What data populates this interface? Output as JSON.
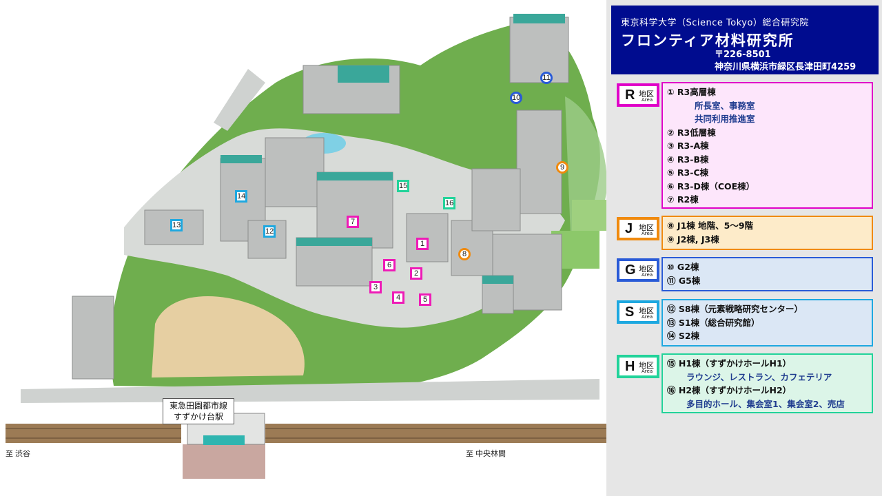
{
  "header": {
    "line1": "東京科学大学（Science Tokyo）総合研究院",
    "line2": "フロンティア材料研究所",
    "postal": "〒226-8501",
    "address": "神奈川県横浜市緑区長津田町4259"
  },
  "areas": [
    {
      "letter": "R",
      "kanji": "地区",
      "en": "Area",
      "color": "#ee1bb6",
      "bg": "#fde6fb",
      "entries": [
        "① R3高層棟",
        "所長室、事務室",
        "共同利用推進室",
        "② R3低層棟",
        "③ R3-A棟",
        "④ R3-B棟",
        "⑤ R3-C棟",
        "⑥ R3-D棟（COE棟）",
        "⑦ R2棟"
      ]
    },
    {
      "letter": "J",
      "kanji": "地区",
      "en": "Area",
      "color": "#f08a0e",
      "bg": "#fdebc9",
      "entries": [
        "⑧ J1棟 地階、5〜9階",
        "⑨ J2棟, J3棟"
      ]
    },
    {
      "letter": "G",
      "kanji": "地区",
      "en": "Area",
      "color": "#2a5bd7",
      "bg": "#dbe7f5",
      "entries": [
        "⑩ G2棟",
        "⑪ G5棟"
      ]
    },
    {
      "letter": "S",
      "kanji": "地区",
      "en": "Area",
      "color": "#1ea8e0",
      "bg": "#dbe7f5",
      "entries": [
        "⑫ S8棟（元素戦略研究センター）",
        "⑬ S1棟（総合研究館）",
        "⑭ S2棟"
      ]
    },
    {
      "letter": "H",
      "kanji": "地区",
      "en": "Area",
      "color": "#22d39a",
      "bg": "#dcf5e8",
      "entries": [
        "⑮ H1棟（すずかけホールH1）",
        "ラウンジ、レストラン、カフェテリア",
        "⑯ H2棟（すずかけホールH2）",
        "多目的ホール、集会室1、集会室2、売店"
      ]
    }
  ],
  "map": {
    "markers": [
      "1",
      "2",
      "3",
      "4",
      "5",
      "6",
      "7",
      "8",
      "9",
      "10",
      "11",
      "12",
      "13",
      "14",
      "15",
      "16"
    ],
    "station_line1": "東急田園都市線",
    "station_line2": "すずかけ台駅",
    "dir_left": "至 渋谷",
    "dir_right": "至 中央林間"
  }
}
